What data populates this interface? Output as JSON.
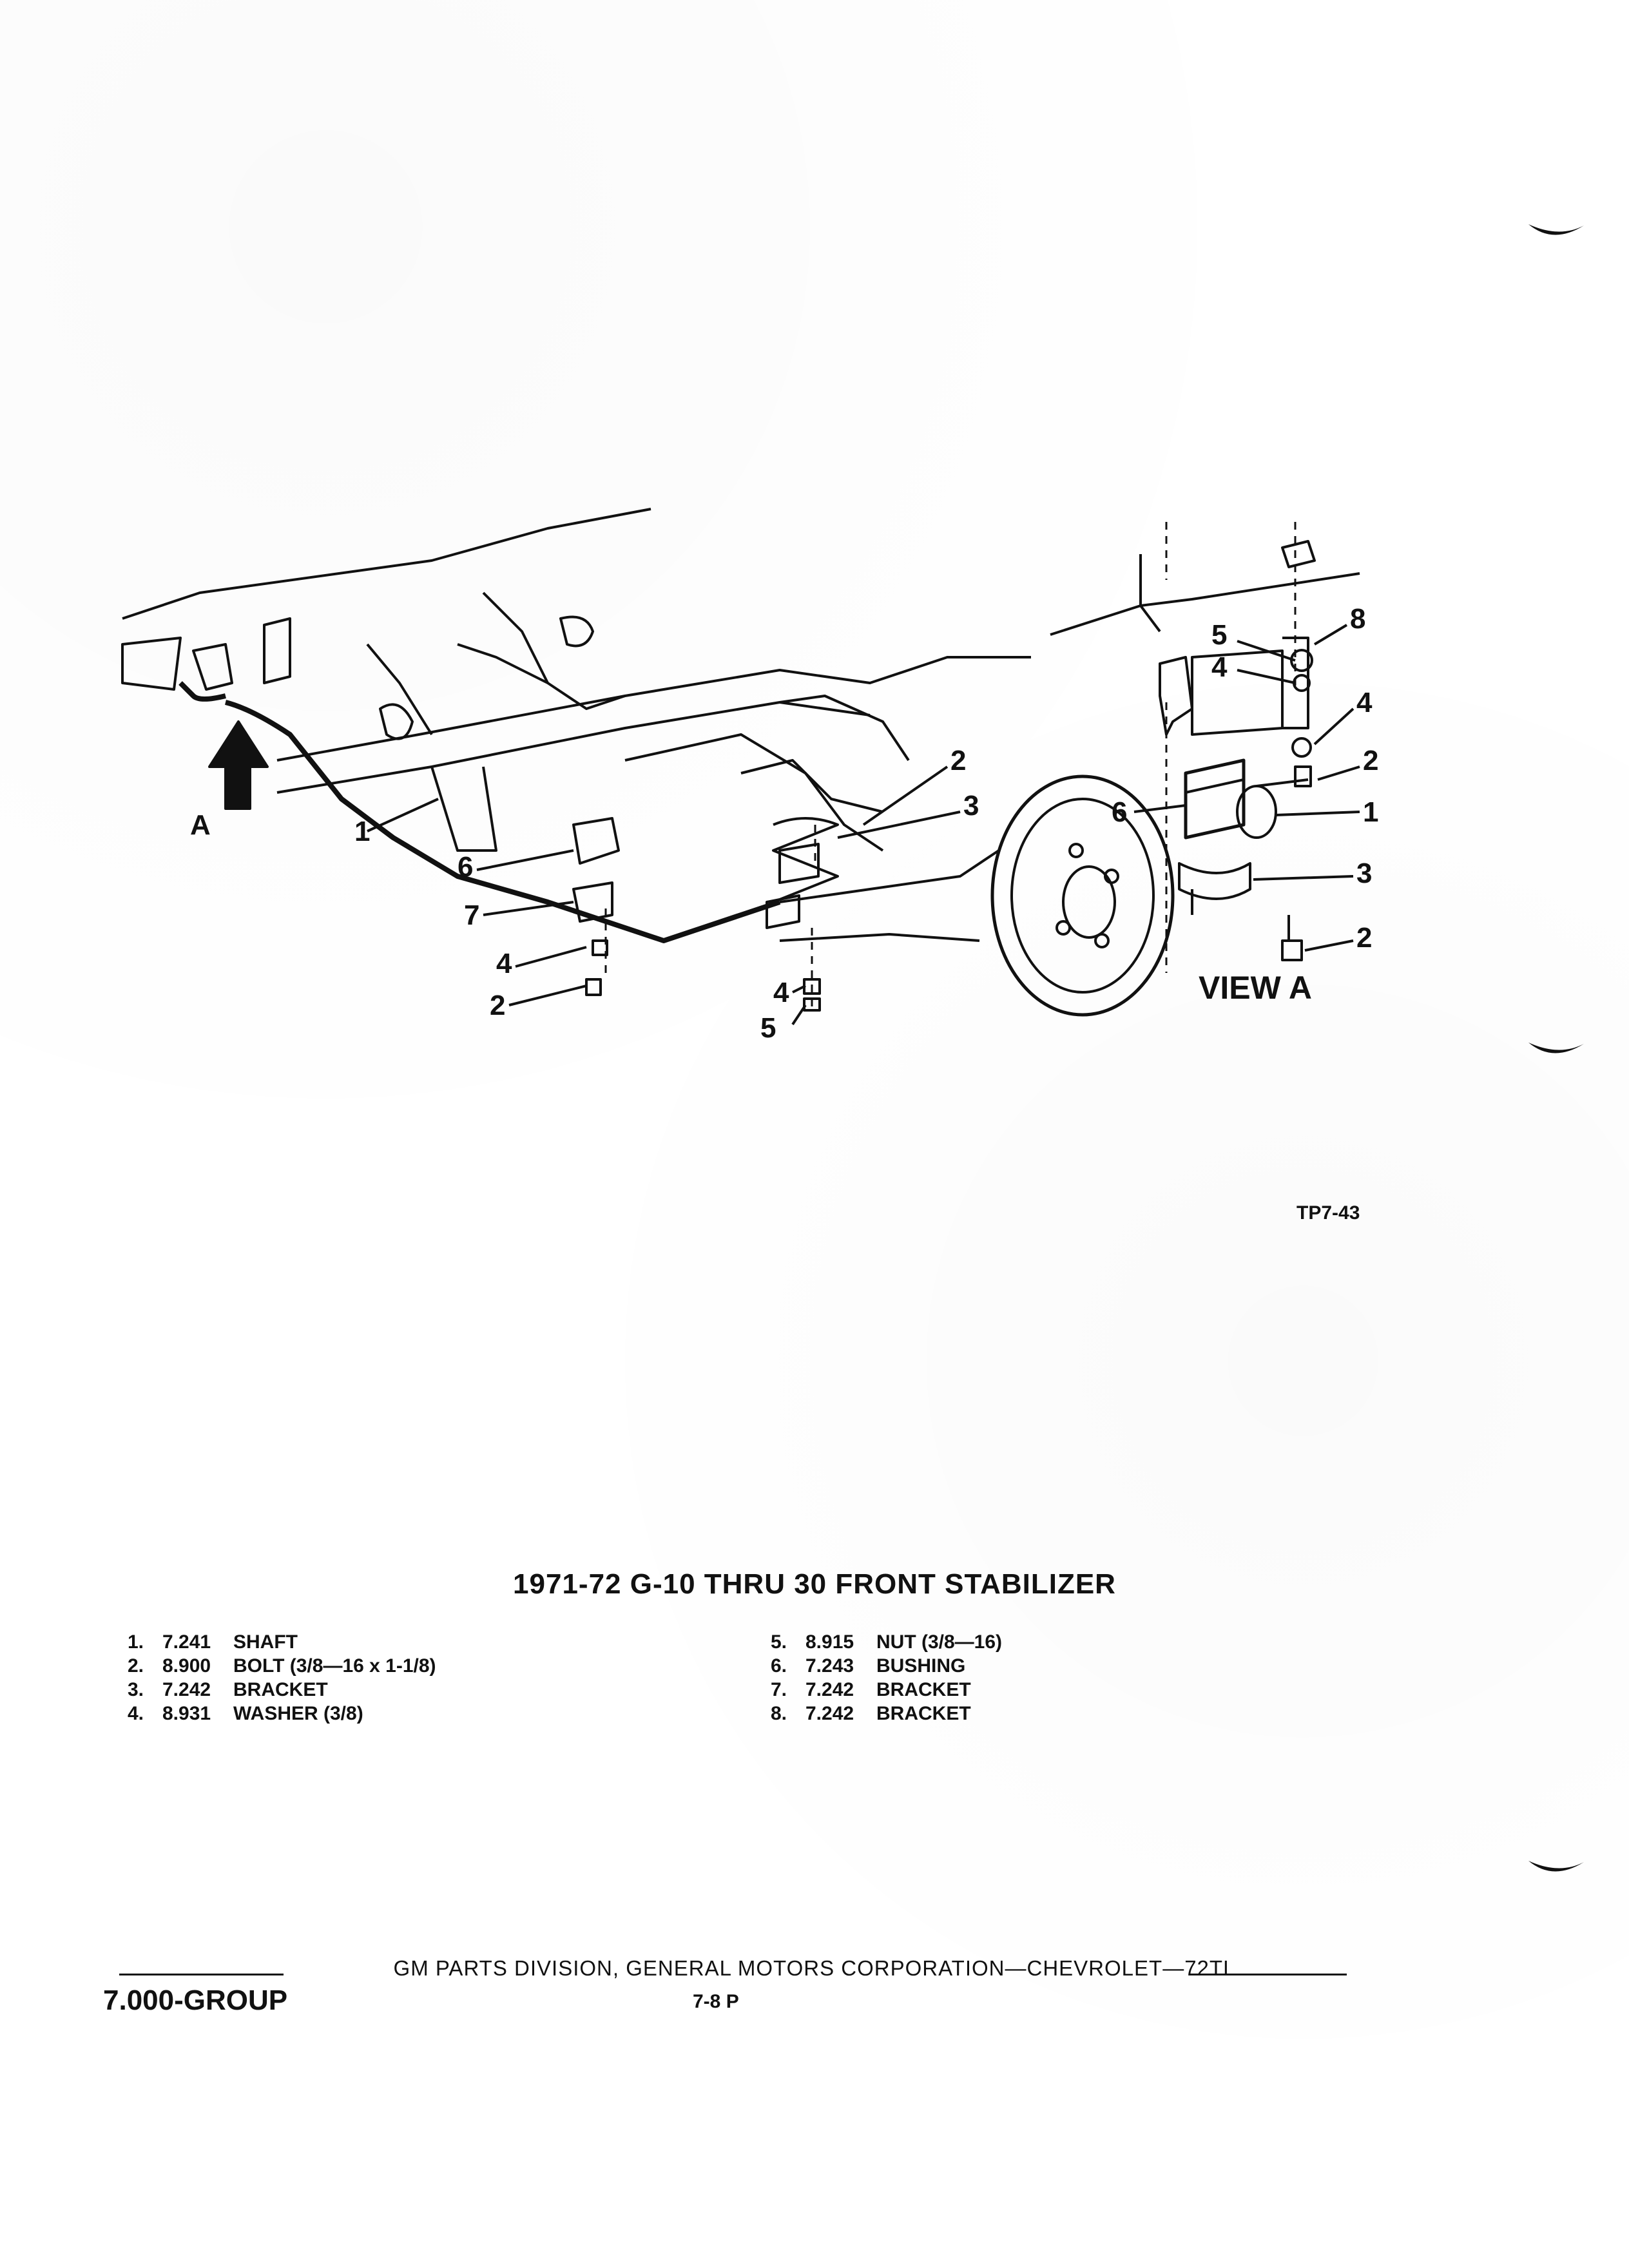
{
  "diagram": {
    "callouts": {
      "A": "A",
      "c1": "1",
      "c2a": "2",
      "c3": "3",
      "c6": "6",
      "c7": "7",
      "c4a": "4",
      "c2b": "2",
      "c4b": "4",
      "c5": "5"
    },
    "view_a": {
      "label": "VIEW A",
      "callouts": {
        "c5": "5",
        "c8": "8",
        "c4a": "4",
        "c4b": "4",
        "c2a": "2",
        "c6": "6",
        "c1": "1",
        "c3": "3",
        "c2b": "2"
      }
    }
  },
  "figure_code": "TP7-43",
  "title": "1971-72  G-10 THRU 30 FRONT STABILIZER",
  "parts_left": [
    {
      "num": "1.",
      "code": "7.241",
      "desc": "SHAFT"
    },
    {
      "num": "2.",
      "code": "8.900",
      "desc": "BOLT (3/8—16 x 1-1/8)"
    },
    {
      "num": "3.",
      "code": "7.242",
      "desc": "BRACKET"
    },
    {
      "num": "4.",
      "code": "8.931",
      "desc": "WASHER (3/8)"
    }
  ],
  "parts_right": [
    {
      "num": "5.",
      "code": "8.915",
      "desc": "NUT (3/8—16)"
    },
    {
      "num": "6.",
      "code": "7.243",
      "desc": "BUSHING"
    },
    {
      "num": "7.",
      "code": "7.242",
      "desc": "BRACKET"
    },
    {
      "num": "8.",
      "code": "7.242",
      "desc": "BRACKET"
    }
  ],
  "footer": {
    "text": "GM PARTS DIVISION,  GENERAL MOTORS CORPORATION—CHEVROLET—72TL",
    "group": "7.000-GROUP",
    "page": "7-8  P"
  }
}
